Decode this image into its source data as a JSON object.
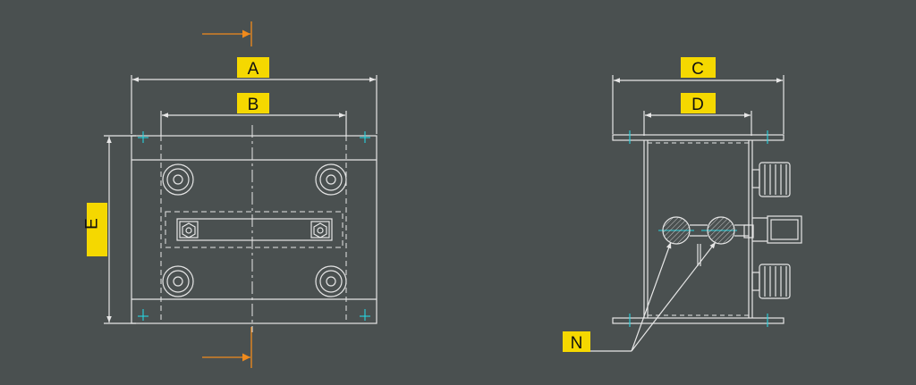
{
  "colors": {
    "background": "#4a5050",
    "line": "#e6e6e6",
    "label_fill": "#f5d800",
    "label_text": "#111111",
    "section_arrow": "#f08a1c",
    "centerline_mark": "#27d4e0"
  },
  "labels": {
    "a": "A",
    "b": "B",
    "c": "C",
    "d": "D",
    "e": "E",
    "n": "N"
  },
  "views": [
    "top-view",
    "side-view"
  ]
}
